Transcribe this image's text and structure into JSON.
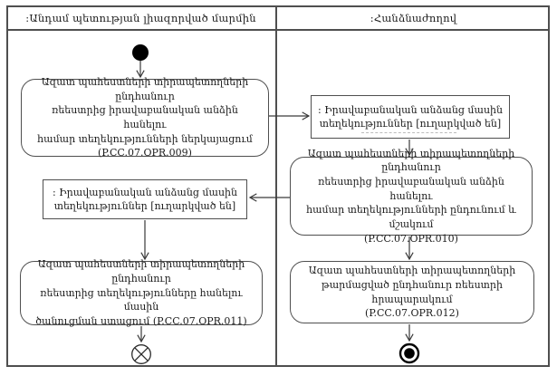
{
  "diagram": {
    "type": "uml-activity-diagram",
    "colors": {
      "line": "#4f4f4f",
      "text": "#1c1c1c",
      "node_fill": "#000000",
      "background": "#ffffff"
    },
    "lanes": [
      {
        "title": ":Անդամ պետության լիազորված մարմին"
      },
      {
        "title": ":Հանձնաժողով"
      }
    ],
    "nodes": {
      "action_009": {
        "type": "action",
        "code": "P.CC.07.OPR.009",
        "label": "Ազատ պահեստների տիրապետողների ընդհանուր\nռեեստրից իրավաբանական անձին հանելու\nհամար տեղեկությունների ներկայացում\n(P.CC.07.OPR.009)"
      },
      "object_right": {
        "type": "object-node",
        "label": ": Իրավաբանական անձանց մասին\nտեղեկություններ [ուղարկված են]",
        "state": "[ուղարկված են]"
      },
      "action_010": {
        "type": "action",
        "code": "P.CC.07.OPR.010",
        "label": "Ազատ պահեստների տիրապետողների ընդհանուր\nռեեստրից իրավաբանական անձին հանելու\nհամար տեղեկությունների ընդունում և մշակում\n(P.CC.07.OPR.010)"
      },
      "object_left": {
        "type": "object-node",
        "label": ": Իրավաբանական անձանց մասին\nտեղեկություններ [ուղարկված են]",
        "state": "[ուղարկված են]"
      },
      "action_011": {
        "type": "action",
        "code": "P.CC.07.OPR.011",
        "label": "Ազատ պահեստների տիրապետողների ընդհանուր\nռեեստրից տեղեկությունները հանելու մասին\nծանուցման ստացում (P.CC.07.OPR.011)"
      },
      "action_012": {
        "type": "action",
        "code": "P.CC.07.OPR.012",
        "label": "Ազատ պահեստների տիրապետողների\nթարմացված ընդհանուր ռեեստրի հրապարակում\n(P.CC.07.OPR.012)"
      },
      "start": {
        "type": "initial-node"
      },
      "flow_final": {
        "type": "flow-final-node"
      },
      "activity_final": {
        "type": "activity-final-node"
      }
    }
  }
}
